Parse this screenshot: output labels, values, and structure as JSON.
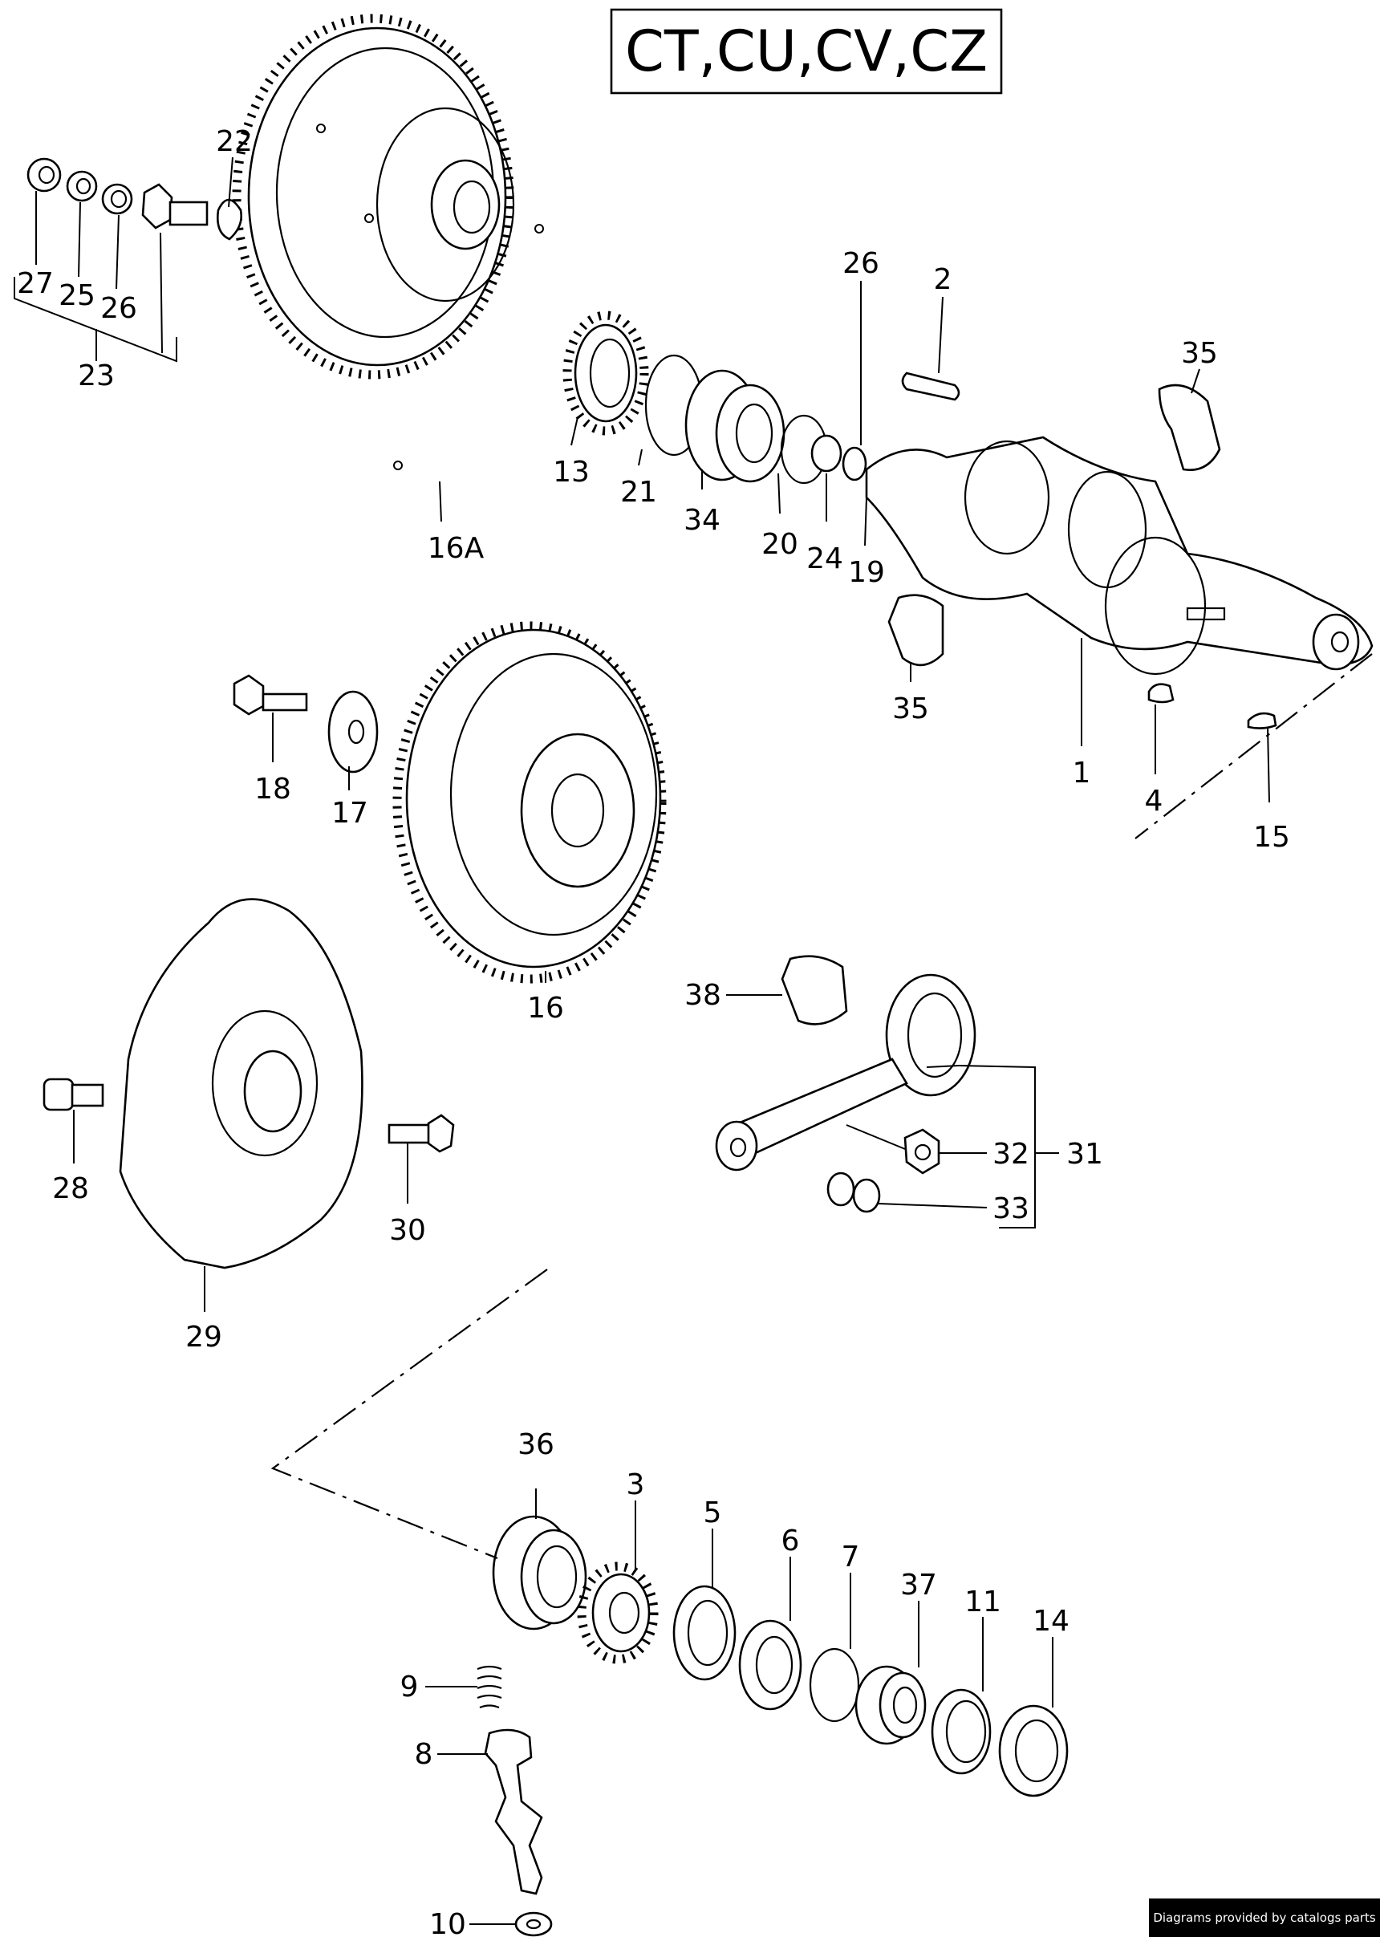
{
  "title": "CT,CU,CV,CZ",
  "credit": "Diagrams provided by catalogs parts",
  "callouts": {
    "c1": "1",
    "c2": "2",
    "c3": "3",
    "c4": "4",
    "c5": "5",
    "c6": "6",
    "c7": "7",
    "c8": "8",
    "c9": "9",
    "c10": "10",
    "c11": "11",
    "c13": "13",
    "c14": "14",
    "c15": "15",
    "c16": "16",
    "c16a": "16A",
    "c17": "17",
    "c18": "18",
    "c19": "19",
    "c20": "20",
    "c21": "21",
    "c22": "22",
    "c23": "23",
    "c24": "24",
    "c25": "25",
    "c26a": "26",
    "c26b": "26",
    "c27": "27",
    "c28": "28",
    "c29": "29",
    "c30": "30",
    "c31": "31",
    "c32": "32",
    "c33": "33",
    "c34": "34",
    "c35a": "35",
    "c35b": "35",
    "c36": "36",
    "c37": "37",
    "c38": "38"
  }
}
